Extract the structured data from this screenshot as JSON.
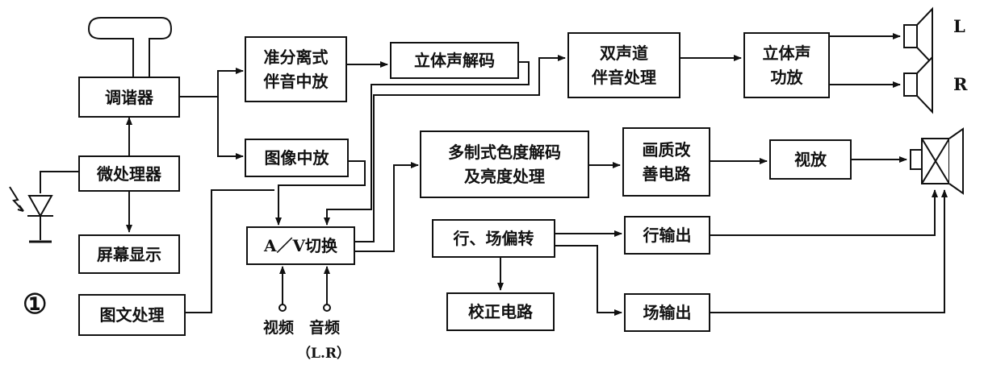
{
  "figure_number": "①",
  "blocks": {
    "tuner": "调谐器",
    "microprocessor": "微处理器",
    "screen_display": "屏幕显示",
    "teletext": "图文处理",
    "quasi_split_if": "准分离式\n伴音中放",
    "video_if": "图像中放",
    "av_switch": "A／V切换",
    "stereo_decoder": "立体声解码",
    "dual_channel": "双声道\n伴音处理",
    "stereo_amp": "立体声\n功放",
    "chroma_decoder": "多制式色度解码\n及亮度处理",
    "picture_improve": "画质改\n善电路",
    "video_amp": "视放",
    "hv_deflection": "行、场偏转",
    "correction": "校正电路",
    "h_output": "行输出",
    "v_output": "场输出"
  },
  "labels": {
    "speaker_left": "L",
    "speaker_right": "R",
    "video_in": "视频",
    "audio_in": "音频",
    "audio_channels": "（L.R）"
  }
}
